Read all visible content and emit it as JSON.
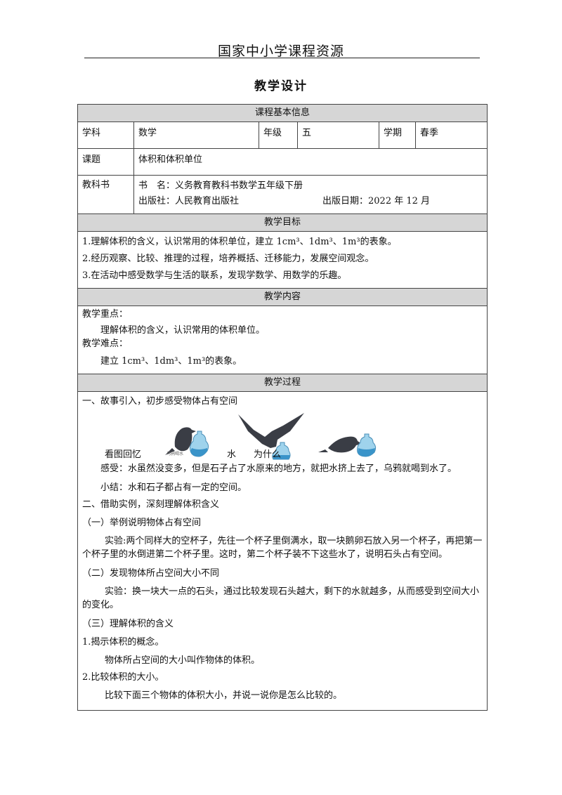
{
  "header": {
    "site_title": "国家中小学课程资源"
  },
  "doc_title": "教学设计",
  "basic_info": {
    "section_title": "课程基本信息",
    "subject_label": "学科",
    "subject_value": "数学",
    "grade_label": "年级",
    "grade_value": "五",
    "term_label": "学期",
    "term_value": "春季",
    "topic_label": "课题",
    "topic_value": "体积和体积单位",
    "textbook_label": "教科书",
    "book_name": "书　名：义务教育教科书数学五年级下册",
    "publisher": "出版社：人民教育出版社",
    "publish_date": "出版日期：2022 年 12 月"
  },
  "goals": {
    "section_title": "教学目标",
    "items": [
      "1.理解体积的含义，认识常用的体积单位，建立 1cm³、1dm³、1m³的表象。",
      "2.经历观察、比较、推理的过程，培养概括、迁移能力，发展空间观念。",
      "3.在活动中感受数学与生活的联系，发现学数学、用数学的乐趣。"
    ]
  },
  "content": {
    "section_title": "教学内容",
    "key_label": "教学重点：",
    "key_text": "理解体积的含义，认识常用的体积单位。",
    "difficulty_label": "教学难点：",
    "difficulty_text": "建立 1cm³、1dm³、1m³的表象。"
  },
  "process": {
    "section_title": "教学过程",
    "part1_title": "一、故事引入，初步感受物体占有空间",
    "look_text_a": "看图回忆",
    "look_text_b": "水",
    "look_text_c": "为什么",
    "feel": "感受：水虽然没变多，但是石子占了水原来的地方，就把水挤上去了，乌鸦就喝到水了。",
    "summary": "小结：水和石子都占有一定的空间。",
    "part2_title": "二、借助实例，深刻理解体积含义",
    "sub1_title": "（一）举例说明物体占有空间",
    "sub1_text": "实验:两个同样大的空杯子，先往一个杯子里倒满水，取一块鹅卵石放入另一个杯子，再把第一个杯子里的水倒进第二个杯子里。这时，第二个杯子装不下这些水了，说明石头占有空间。",
    "sub2_title": "（二）发现物体所占空间大小不同",
    "sub2_text": "实验：换一块大一点的石头，通过比较发现石头越大，剩下的水就越多，从而感受到空间大小的变化。",
    "sub3_title": "（三）理解体积的含义",
    "step1_title": "1.揭示体积的概念。",
    "step1_text": "物体所占空间的大小叫作物体的体积。",
    "step2_title": "2.比较体积的大小。",
    "step2_text": "比较下面三个物体的体积大小，并说一说你是怎么比较的。",
    "illustration_caption": "乌鸦喝水"
  }
}
